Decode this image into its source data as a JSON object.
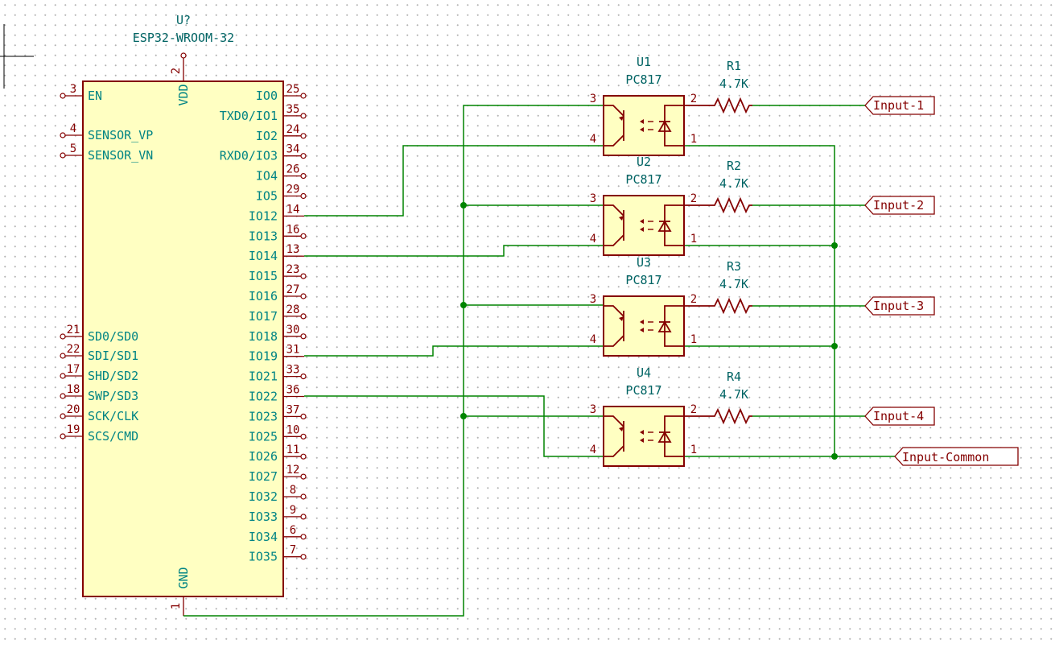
{
  "mcu": {
    "ref": "U?",
    "value": "ESP32-WROOM-32",
    "vdd": {
      "name": "VDD",
      "num": "2"
    },
    "gnd": {
      "name": "GND",
      "num": "1"
    },
    "left_pins": [
      {
        "name": "EN",
        "num": "3"
      },
      {
        "name": "SENSOR_VP",
        "num": "4"
      },
      {
        "name": "SENSOR_VN",
        "num": "5"
      },
      {
        "name": "SD0/SD0",
        "num": "21"
      },
      {
        "name": "SDI/SD1",
        "num": "22"
      },
      {
        "name": "SHD/SD2",
        "num": "17"
      },
      {
        "name": "SWP/SD3",
        "num": "18"
      },
      {
        "name": "SCK/CLK",
        "num": "20"
      },
      {
        "name": "SCS/CMD",
        "num": "19"
      }
    ],
    "right_pins": [
      {
        "name": "IO0",
        "num": "25"
      },
      {
        "name": "TXD0/IO1",
        "num": "35"
      },
      {
        "name": "IO2",
        "num": "24"
      },
      {
        "name": "RXD0/IO3",
        "num": "34"
      },
      {
        "name": "IO4",
        "num": "26"
      },
      {
        "name": "IO5",
        "num": "29"
      },
      {
        "name": "IO12",
        "num": "14"
      },
      {
        "name": "IO13",
        "num": "16"
      },
      {
        "name": "IO14",
        "num": "13"
      },
      {
        "name": "IO15",
        "num": "23"
      },
      {
        "name": "IO16",
        "num": "27"
      },
      {
        "name": "IO17",
        "num": "28"
      },
      {
        "name": "IO18",
        "num": "30"
      },
      {
        "name": "IO19",
        "num": "31"
      },
      {
        "name": "IO21",
        "num": "33"
      },
      {
        "name": "IO22",
        "num": "36"
      },
      {
        "name": "IO23",
        "num": "37"
      },
      {
        "name": "IO25",
        "num": "10"
      },
      {
        "name": "IO26",
        "num": "11"
      },
      {
        "name": "IO27",
        "num": "12"
      },
      {
        "name": "IO32",
        "num": "8"
      },
      {
        "name": "IO33",
        "num": "9"
      },
      {
        "name": "IO34",
        "num": "6"
      },
      {
        "name": "IO35",
        "num": "7"
      }
    ]
  },
  "optos": [
    {
      "ref": "U1",
      "value": "PC817",
      "pins": [
        "3",
        "4",
        "2",
        "1"
      ]
    },
    {
      "ref": "U2",
      "value": "PC817",
      "pins": [
        "3",
        "4",
        "2",
        "1"
      ]
    },
    {
      "ref": "U3",
      "value": "PC817",
      "pins": [
        "3",
        "4",
        "2",
        "1"
      ]
    },
    {
      "ref": "U4",
      "value": "PC817",
      "pins": [
        "3",
        "4",
        "2",
        "1"
      ]
    }
  ],
  "resistors": [
    {
      "ref": "R1",
      "value": "4.7K"
    },
    {
      "ref": "R2",
      "value": "4.7K"
    },
    {
      "ref": "R3",
      "value": "4.7K"
    },
    {
      "ref": "R4",
      "value": "4.7K"
    }
  ],
  "labels": [
    "Input-1",
    "Input-2",
    "Input-3",
    "Input-4",
    "Input-Common"
  ],
  "colors": {
    "wire": "#008400",
    "component_outline": "#840000",
    "component_fill": "#ffffc2",
    "reference_text": "#006464",
    "pin_name_text": "#008484"
  }
}
